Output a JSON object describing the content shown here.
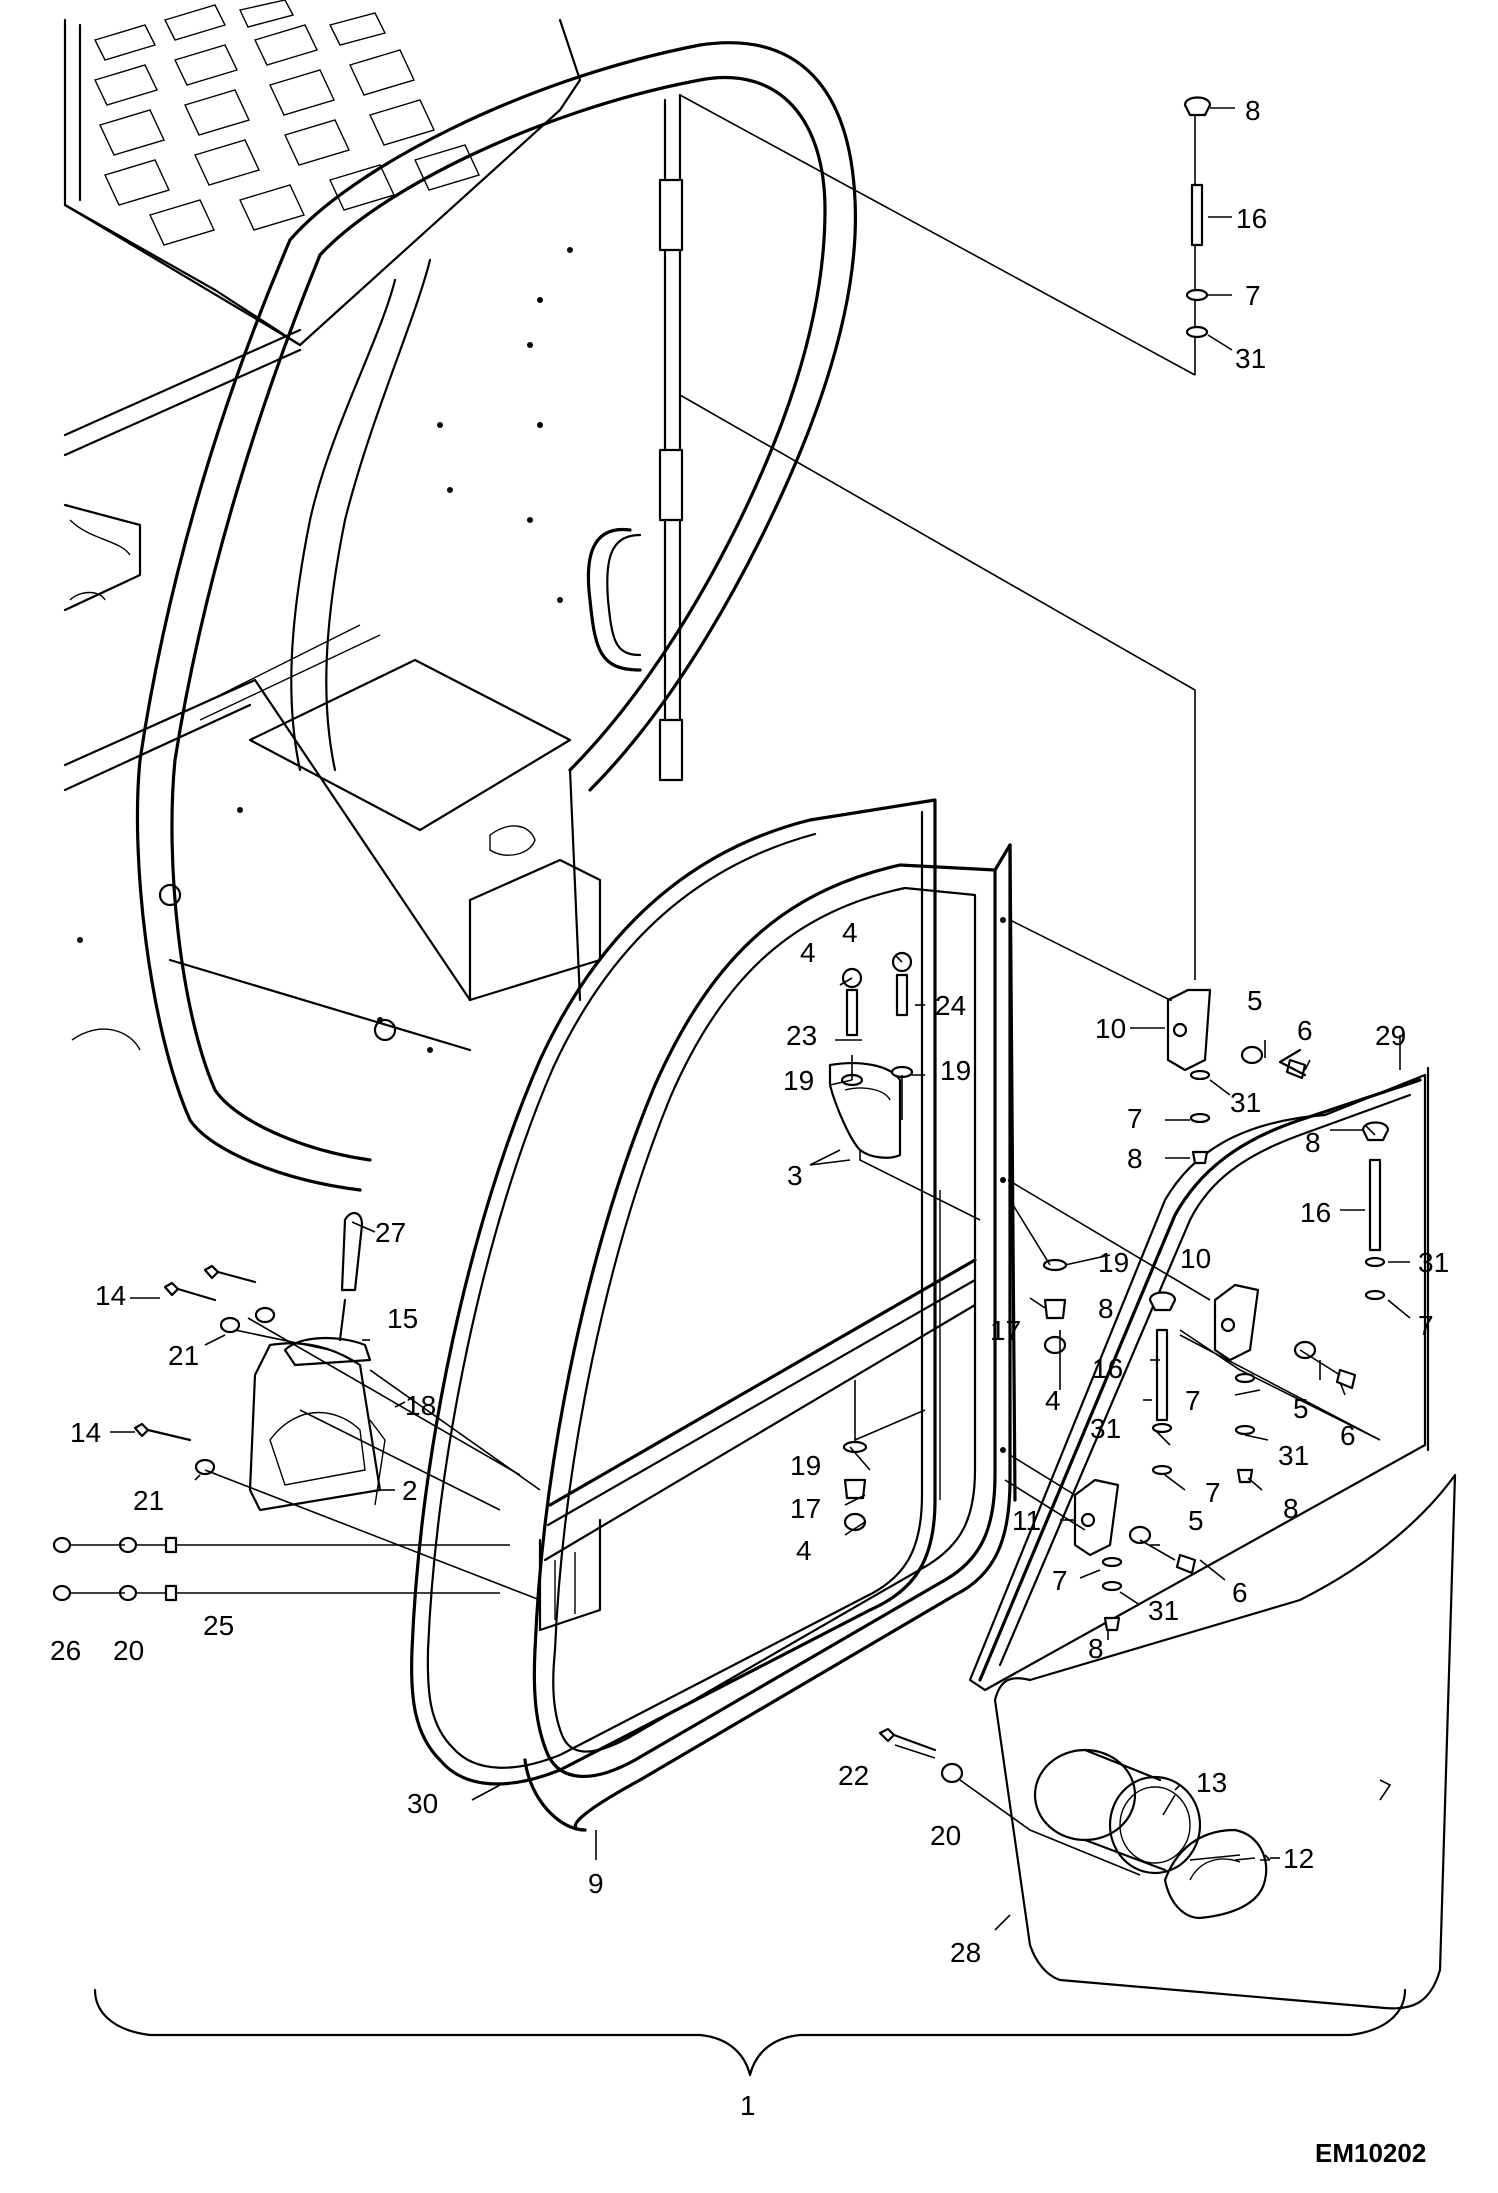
{
  "diagram": {
    "drawing_code": "EM10202",
    "callouts": [
      {
        "key": "c8a",
        "label": "8"
      },
      {
        "key": "c16a",
        "label": "16"
      },
      {
        "key": "c7a",
        "label": "7"
      },
      {
        "key": "c31a",
        "label": "31"
      },
      {
        "key": "c27",
        "label": "27"
      },
      {
        "key": "c14a",
        "label": "14"
      },
      {
        "key": "c15",
        "label": "15"
      },
      {
        "key": "c21a",
        "label": "21"
      },
      {
        "key": "c18",
        "label": "18"
      },
      {
        "key": "c14b",
        "label": "14"
      },
      {
        "key": "c2",
        "label": "2"
      },
      {
        "key": "c21b",
        "label": "21"
      },
      {
        "key": "c26",
        "label": "26"
      },
      {
        "key": "c20a",
        "label": "20"
      },
      {
        "key": "c25",
        "label": "25"
      },
      {
        "key": "c4a",
        "label": "4"
      },
      {
        "key": "c4b",
        "label": "4"
      },
      {
        "key": "c24",
        "label": "24"
      },
      {
        "key": "c23",
        "label": "23"
      },
      {
        "key": "c19a",
        "label": "19"
      },
      {
        "key": "c19b",
        "label": "19"
      },
      {
        "key": "c3",
        "label": "3"
      },
      {
        "key": "c19c",
        "label": "19"
      },
      {
        "key": "c17a",
        "label": "17"
      },
      {
        "key": "c4c",
        "label": "4"
      },
      {
        "key": "c8b",
        "label": "8"
      },
      {
        "key": "c16b",
        "label": "16"
      },
      {
        "key": "c31b",
        "label": "31"
      },
      {
        "key": "c19d",
        "label": "19"
      },
      {
        "key": "c17b",
        "label": "17"
      },
      {
        "key": "c4d",
        "label": "4"
      },
      {
        "key": "c10a",
        "label": "10"
      },
      {
        "key": "c5a",
        "label": "5"
      },
      {
        "key": "c6a",
        "label": "6"
      },
      {
        "key": "c31c",
        "label": "31"
      },
      {
        "key": "c7b",
        "label": "7"
      },
      {
        "key": "c8c",
        "label": "8"
      },
      {
        "key": "c29",
        "label": "29"
      },
      {
        "key": "c8d",
        "label": "8"
      },
      {
        "key": "c16c",
        "label": "16"
      },
      {
        "key": "c10b",
        "label": "10"
      },
      {
        "key": "c31d",
        "label": "31"
      },
      {
        "key": "c7c",
        "label": "7"
      },
      {
        "key": "c7d",
        "label": "7"
      },
      {
        "key": "c5b",
        "label": "5"
      },
      {
        "key": "c6b",
        "label": "6"
      },
      {
        "key": "c31e",
        "label": "31"
      },
      {
        "key": "c7e",
        "label": "7"
      },
      {
        "key": "c8e",
        "label": "8"
      },
      {
        "key": "c11",
        "label": "11"
      },
      {
        "key": "c5c",
        "label": "5"
      },
      {
        "key": "c7f",
        "label": "7"
      },
      {
        "key": "c6c",
        "label": "6"
      },
      {
        "key": "c31f",
        "label": "31"
      },
      {
        "key": "c8f",
        "label": "8"
      },
      {
        "key": "c22",
        "label": "22"
      },
      {
        "key": "c20b",
        "label": "20"
      },
      {
        "key": "c13",
        "label": "13"
      },
      {
        "key": "c12",
        "label": "12"
      },
      {
        "key": "c30",
        "label": "30"
      },
      {
        "key": "c9",
        "label": "9"
      },
      {
        "key": "c28",
        "label": "28"
      },
      {
        "key": "c1",
        "label": "1"
      }
    ]
  }
}
